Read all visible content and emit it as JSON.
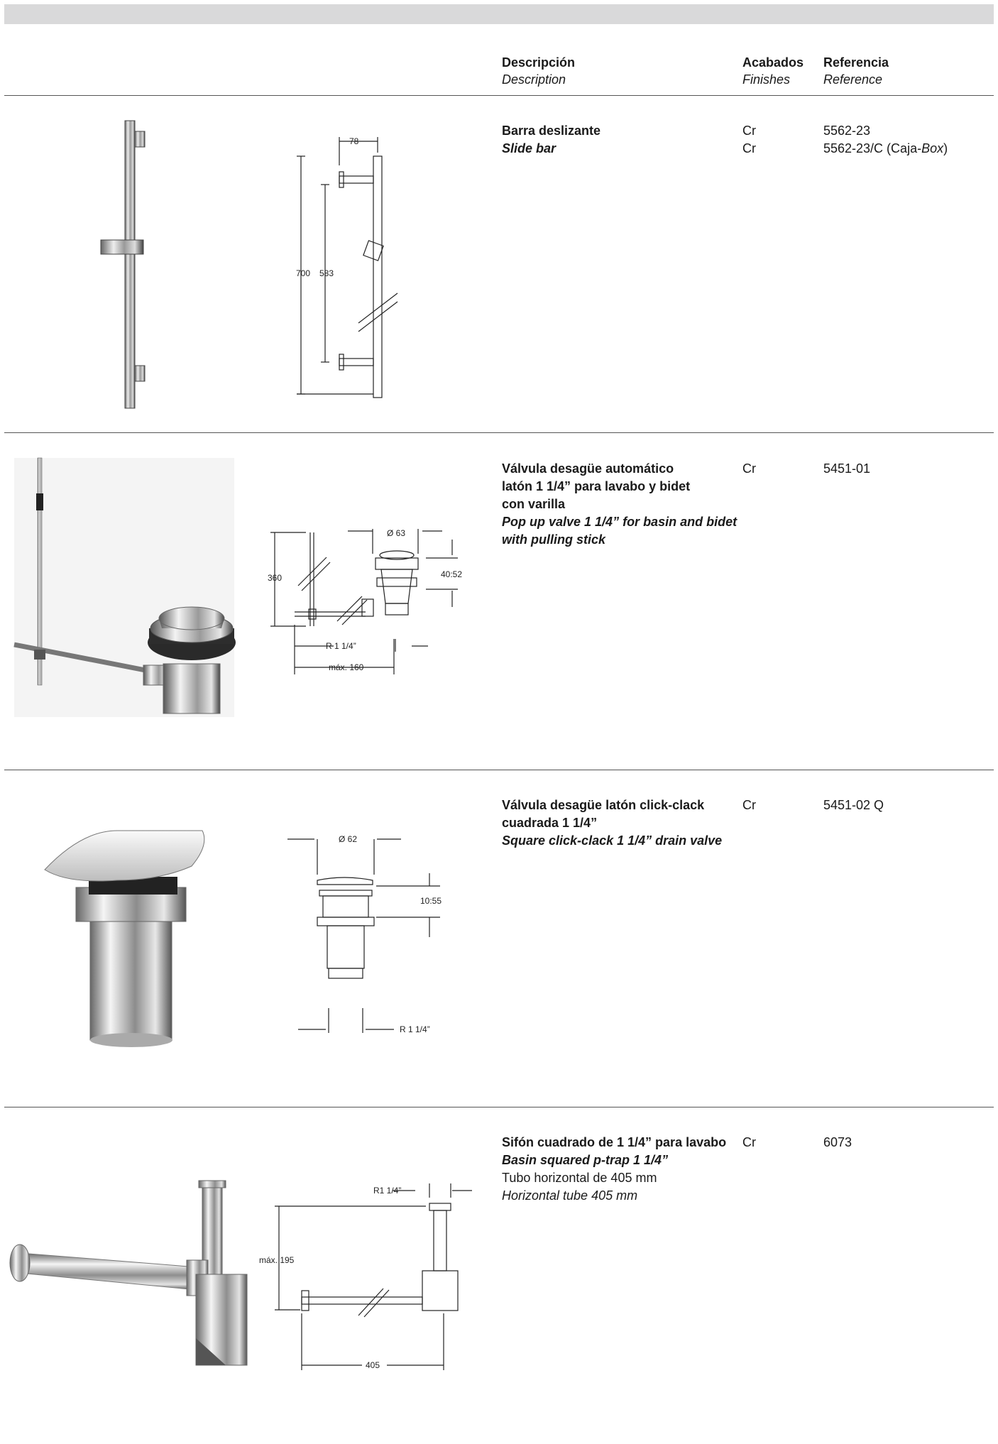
{
  "header": {
    "description_es": "Descripción",
    "description_en": "Description",
    "finishes_es": "Acabados",
    "finishes_en": "Finishes",
    "reference_es": "Referencia",
    "reference_en": "Reference"
  },
  "products": [
    {
      "name_es": "Barra deslizante",
      "name_en": "Slide bar",
      "finishes": [
        "Cr",
        "Cr"
      ],
      "references": [
        "5562-23"
      ],
      "ref2_main": "5562-23/C (Caja-",
      "ref2_italic": "Box",
      "ref2_close": ")",
      "dims": {
        "width": "78",
        "total": "700",
        "inner": "583"
      }
    },
    {
      "name_es_lines": [
        "Válvula desagüe automático",
        "latón 1 1/4” para lavabo y bidet",
        "con varilla"
      ],
      "name_en_lines": [
        "Pop up valve 1 1/4” for basin and bidet",
        "with pulling stick"
      ],
      "finishes": [
        "Cr"
      ],
      "references": [
        "5451-01"
      ],
      "dims": {
        "diameter": "Ø 63",
        "height": "360",
        "range": "40:52",
        "thread": "R 1 1/4”",
        "max": "máx. 160"
      }
    },
    {
      "name_es_lines": [
        "Válvula desagüe latón click-clack",
        "cuadrada 1 1/4”"
      ],
      "name_en_lines": [
        "Square click-clack 1 1/4” drain valve"
      ],
      "finishes": [
        "Cr"
      ],
      "references": [
        "5451-02 Q"
      ],
      "dims": {
        "diameter": "Ø 62",
        "range": "10:55",
        "thread": "R 1 1/4”"
      }
    },
    {
      "name_es": "Sifón cuadrado de 1 1/4” para lavabo",
      "name_en": "Basin squared p-trap 1 1/4”",
      "note_es": "Tubo horizontal de 405 mm",
      "note_en": "Horizontal tube 405 mm",
      "finishes": [
        "Cr"
      ],
      "references": [
        "6073"
      ],
      "dims": {
        "thread": "R1 1/4”",
        "max": "máx. 195",
        "length": "405"
      }
    }
  ]
}
